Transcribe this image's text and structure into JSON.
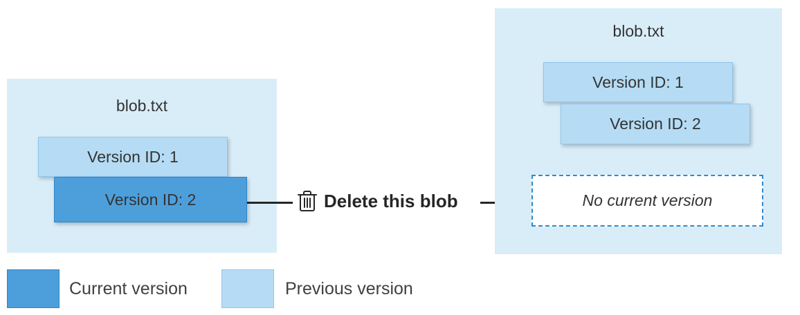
{
  "before": {
    "title": "blob.txt",
    "versions": [
      {
        "label": "Version ID: 1",
        "state": "previous"
      },
      {
        "label": "Version ID: 2",
        "state": "current"
      }
    ]
  },
  "action": {
    "icon": "trash-icon",
    "label": "Delete this blob"
  },
  "after": {
    "title": "blob.txt",
    "versions": [
      {
        "label": "Version ID: 1",
        "state": "previous"
      },
      {
        "label": "Version ID: 2",
        "state": "previous"
      }
    ],
    "no_current_label": "No current version"
  },
  "legend": {
    "items": [
      {
        "label": "Current version",
        "color": "#4d9fdc"
      },
      {
        "label": "Previous version",
        "color": "#b5dcf4"
      }
    ]
  },
  "colors": {
    "panel_background": "#d9edf8",
    "previous_version": "#b5dcf4",
    "current_version": "#4d9fdc",
    "dashed_border": "#2e8bc9",
    "arrow_text": "#262626"
  }
}
